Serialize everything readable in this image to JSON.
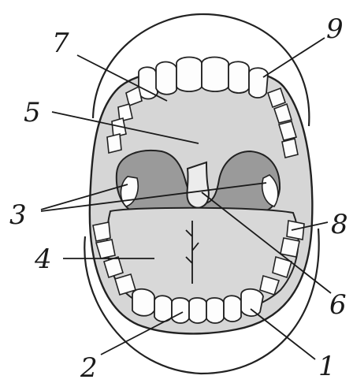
{
  "labels": {
    "l1": "1",
    "l2": "2",
    "l3": "3",
    "l4": "4",
    "l5": "5",
    "l6": "6",
    "l7": "7",
    "l8": "8",
    "l9": "9"
  },
  "colors": {
    "mouth": "#d6d6d6",
    "throat": "#9a9a9a",
    "tongue": "#d8d8d8",
    "teeth": "#fdfdfd",
    "ink": "#1a1a1a"
  }
}
